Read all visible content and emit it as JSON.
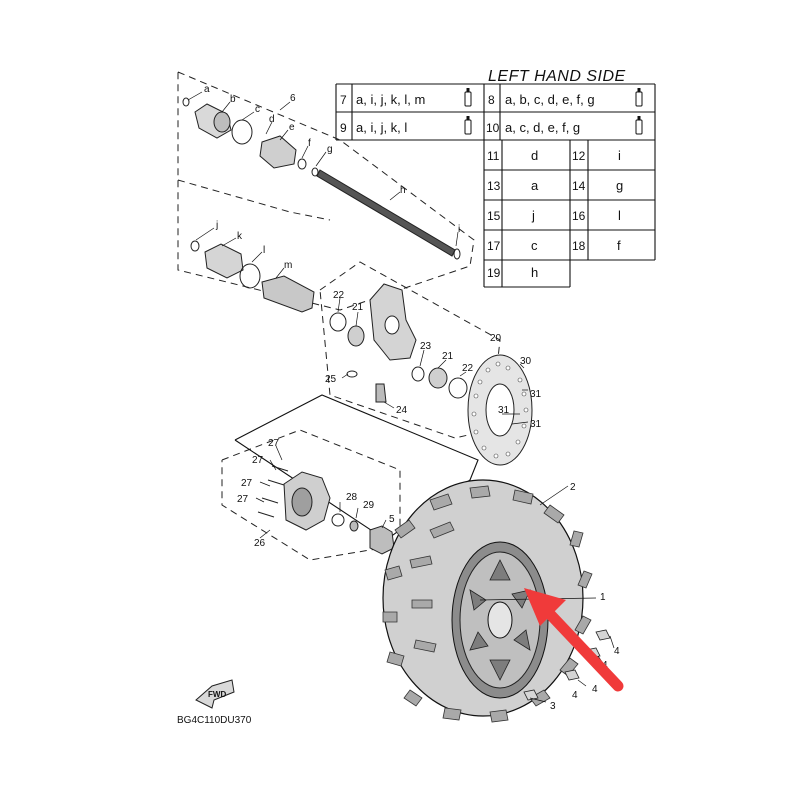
{
  "table_title": "LEFT HAND SIDE",
  "grease_rows": [
    {
      "num": "7",
      "letters": "a, i, j, k, l, m"
    },
    {
      "num": "8",
      "letters": "a, b, c, d, e, f, g"
    },
    {
      "num": "9",
      "letters": "a, i, j, k, l"
    },
    {
      "num": "10",
      "letters": "a, c, d, e, f, g"
    }
  ],
  "part_rows": [
    {
      "num": "11",
      "letter": "d"
    },
    {
      "num": "12",
      "letter": "i"
    },
    {
      "num": "13",
      "letter": "a"
    },
    {
      "num": "14",
      "letter": "g"
    },
    {
      "num": "15",
      "letter": "j"
    },
    {
      "num": "16",
      "letter": "l"
    },
    {
      "num": "17",
      "letter": "c"
    },
    {
      "num": "18",
      "letter": "f"
    },
    {
      "num": "19",
      "letter": "h"
    }
  ],
  "callouts": {
    "a": "a",
    "b": "b",
    "c": "c",
    "d": "d",
    "e": "e",
    "f": "f",
    "g": "g",
    "h": "h",
    "i": "i",
    "j": "j",
    "k": "k",
    "l": "l",
    "m": "m",
    "n1": "1",
    "n2": "2",
    "n3": "3",
    "n4a": "4",
    "n4b": "4",
    "n4c": "4",
    "n4d": "4",
    "n5": "5",
    "n6": "6",
    "n20": "20",
    "n21a": "21",
    "n21b": "21",
    "n22a": "22",
    "n22b": "22",
    "n23": "23",
    "n24": "24",
    "n25": "25",
    "n26": "26",
    "n27a": "27",
    "n27b": "27",
    "n27c": "27",
    "n27d": "27",
    "n28": "28",
    "n29": "29",
    "n30": "30",
    "n31a": "31",
    "n31b": "31",
    "n31c": "31"
  },
  "fwd_label": "FWD",
  "diagram_code": "BG4C110DU370",
  "colors": {
    "arrow": "#f03a3a",
    "line": "#111111",
    "tire": "#cfcfcf"
  }
}
